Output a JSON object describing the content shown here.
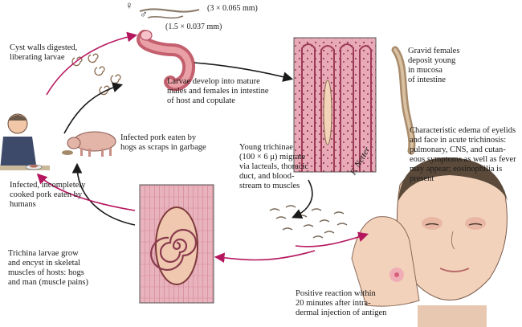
{
  "labels": {
    "sizes": {
      "female": "(3 × 0.065 mm)",
      "male": "(1.5 × 0.037 mm)",
      "female_symbol": "♀",
      "male_symbol": "♂"
    },
    "cyst": "Cyst walls digested,\nliberating larvae",
    "larvae_develop": "Larvae develop into mature\nmales and females in intestine\nof host and copulate",
    "gravid": "Gravid females\ndeposit young\nin mucosa\nof intestine",
    "edema": "Characteristic edema of eyelids\nand face in acute trichinosis:\npulmonary, CNS, and cutan-\neous symptoms as well as fever\nmay appear; eosinophilia is\npresent",
    "infected_pork": "Infected pork eaten by\nhogs as scraps in garbage",
    "young_trichinae": "Young trichinae\n(100 × 6 μ) migrate\nvia lacteals, thoracic\nduct, and blood-\nstream to muscles",
    "humans": "Infected, incompletely\ncooked pork eaten by\nhumans",
    "encyst": "Trichina larvae grow\nand encyst in skeletal\nmuscles of hosts: hogs\nand man (muscle pains)",
    "positive": "Positive reaction within\n20 minutes after intra-\ndermal injection of antigen",
    "signature": "F. Netter"
  },
  "colors": {
    "arrow_magenta": "#b5175f",
    "arrow_black": "#1a1a1a",
    "tissue_pink": "#d98a9a",
    "tissue_dark": "#a8485e",
    "skin": "#f3d2bb",
    "worm": "#caa27c"
  }
}
